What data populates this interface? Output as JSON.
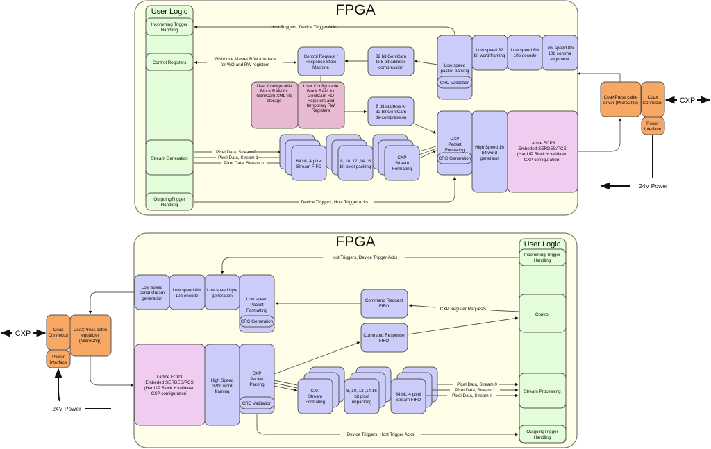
{
  "colors": {
    "fpga_bg": "#fffee9",
    "user_logic": "#e3fcd9",
    "block": "#ccccfb",
    "ram": "#e8b9d0",
    "serdes": "#f0cdf0",
    "external": "#f7a865"
  },
  "top": {
    "title": "FPGA",
    "user_logic": {
      "title": "User Logic",
      "items": [
        [
          "Incomming Trigger",
          "Handling"
        ],
        [
          "Control Registers"
        ],
        [
          "Stream Generation"
        ],
        [
          "OutgoingTrigger",
          "Handling"
        ]
      ]
    },
    "labels": {
      "host_triggers": "Host Triggers, Device Trigger Acks",
      "wishbone": [
        "Wishbone Master R/W Interface",
        "for WO and RW registers"
      ],
      "pixel0": "Pixel Data, Stream 0",
      "pixel1": "Pixel Data, Stream 1",
      "pixeln": "Pixel Data, Stream n",
      "device_triggers": "Device Triggers, Host Trigger Acks"
    },
    "blocks": {
      "ctrl_sm": [
        "Control Request /",
        "Response State",
        "Machine"
      ],
      "compress": [
        "32 bit GenICam",
        "to 8 bit address",
        "compression"
      ],
      "decompress": [
        "8 bit  address to",
        "32 bit GenICam",
        "de-compression"
      ],
      "ram_xml": [
        "User Configurable",
        "Block RAM for",
        "GenICam XML file",
        "storage"
      ],
      "ram_ro": [
        "User Configurable",
        "Block RAM for",
        "GenICam RO",
        "Registers and",
        "temporary RW",
        "Registers"
      ],
      "ls_parse": [
        "Low speed",
        "packet parsing"
      ],
      "ls_parse_crc": "CRC Validation",
      "ls_framing": [
        "Low speed 32",
        "bit word framing"
      ],
      "ls_decode": [
        "Low speed 8b/",
        "10b decode"
      ],
      "ls_align": [
        "Low speed 8b/",
        "10b comma",
        "alignment"
      ],
      "fifo": [
        "64 bit, 4 pixel",
        "Stream FIFO"
      ],
      "packing": [
        "8, 10, 12 ,14 16",
        "bit pixel packing"
      ],
      "stream_fmt": [
        "CXP",
        "Stream",
        "Formating"
      ],
      "pkt_fmt": [
        "CXP",
        "Packet",
        "Formating"
      ],
      "pkt_fmt_crc": "CRC Generation",
      "hs_gen": [
        "High Speed 16",
        "bit word",
        "generator"
      ],
      "serdes": [
        "Lattice ECP3",
        "Embeded SERDES/PCS",
        "(Hard IP Block + validated",
        "CXP configuration)"
      ]
    },
    "external": {
      "driver": [
        "CoaXPress cable",
        "driver (MicroChip)"
      ],
      "coax": [
        "Coax",
        "Connector"
      ],
      "power": [
        "Power",
        "Interface"
      ],
      "cxp": "CXP",
      "power_label": "24V Power"
    }
  },
  "bottom": {
    "title": "FPGA",
    "user_logic": {
      "title": "User Logic",
      "items": [
        [
          "Incomming Trigger",
          "Handling"
        ],
        [
          "Control"
        ],
        [
          "Stream Processing"
        ],
        [
          "OutgoingTrigger",
          "Handling"
        ]
      ]
    },
    "labels": {
      "host_triggers": "Host Triggers, Device Trigger Acks",
      "cxp_reg_req": "CXP Register Requests",
      "pixel0": "Pixel Data, Stream 0",
      "pixel1": "Pixel Data, Stream 1",
      "pixeln": "Pixel Data, Stream n",
      "device_triggers": "Device Triggers, Host Trigger Acks"
    },
    "blocks": {
      "ls_serial": [
        "Low speed",
        "serial stream",
        "generation"
      ],
      "ls_encode": [
        "Low speed 8b/",
        "10b encode"
      ],
      "ls_byte": [
        "Low speed byte",
        "generation"
      ],
      "ls_pkt_fmt": [
        "Low speed",
        "Packet",
        "Formatting"
      ],
      "ls_pkt_fmt_crc": "CRC Generation",
      "cmd_req": [
        "Command Request",
        "FIFO"
      ],
      "cmd_resp": [
        "Command Response",
        "FIFO"
      ],
      "serdes": [
        "Lattice ECP3",
        "Embeded SERDES/PCS",
        "(Hard IP Block + validated",
        "CXP configuration)"
      ],
      "hs_framing": [
        "High Speed",
        "32bit word",
        "framing"
      ],
      "pkt_parse": [
        "CXP",
        "Packet",
        "Parsing"
      ],
      "pkt_parse_crc": "CRC Validation",
      "stream_fmt": [
        "CXP",
        "Stream",
        "Formating"
      ],
      "unpacking": [
        "8, 10, 12 ,14 16",
        "bit pixel",
        "unpacking"
      ],
      "fifo": [
        "64 bit, 4 pixel",
        "Stream FIFO"
      ]
    },
    "external": {
      "coax": [
        "Coax",
        "Connector"
      ],
      "equalizer": [
        "CoaXPress cable",
        "equalizer",
        "(MicroChip)"
      ],
      "power": [
        "Power",
        "Interface"
      ],
      "cxp": "CXP",
      "power_label": "24V Power"
    }
  }
}
